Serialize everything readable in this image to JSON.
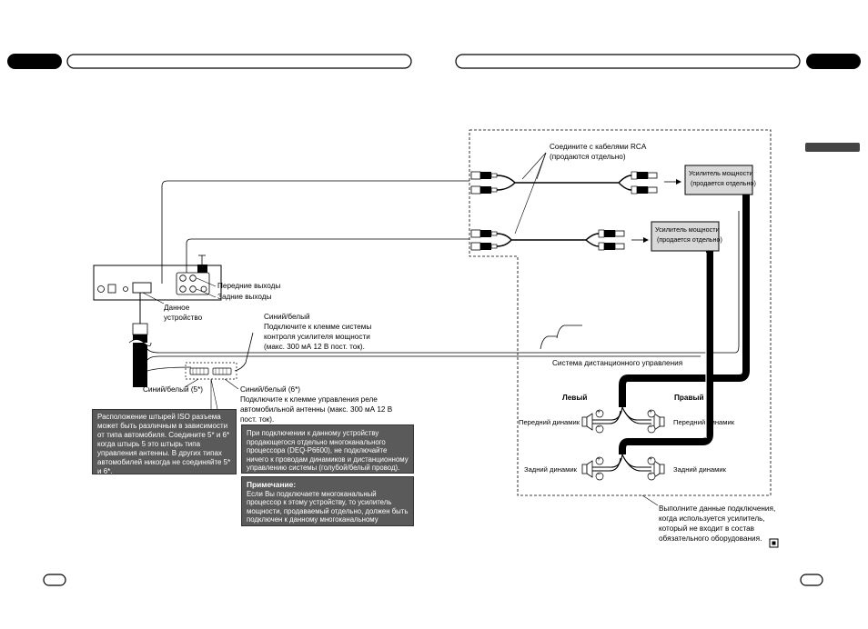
{
  "rca_note": [
    "Соедините с кабелями RCA",
    "(продаются отдельно)"
  ],
  "amp_label": [
    "Усилитель мощности",
    "(продается отдельно)"
  ],
  "front_out": "Передние выходы",
  "rear_out": "Задние выходы",
  "head_unit": [
    "Данное",
    "устройство"
  ],
  "blue_white": [
    "Синий/белый",
    "Подключите к клемме системы",
    "контроля усилителя мощности",
    "(макс. 300 мА 12 В пост. ток)."
  ],
  "blue_white_5": "Синий/белый (5*)",
  "blue_white_6": [
    "Синий/белый (6*)",
    "Подключите к клемме управления реле",
    "автомобильной антенны (макс. 300 мА 12 В",
    "пост. ток)."
  ],
  "iso_note": "Расположение штырей ISO разъема может быть различным в зависимости от типа автомобиля. Соедините 5* и 6* когда штырь 5 это штырь типа управления антенны. В других типах автомобилей никогда не соединяйте 5* и 6*.",
  "dsp_note": "При подключении к данному устройству продающегося отдельно многоканального процессора (DEQ-P6600), не подключайте ничего к проводам динамиков и дистанционному управлению системы (голубой/белый провод).",
  "note_title": "Примечание:",
  "note_body": "Если Вы подключаете многоканальный процессор к этому устройству, то усилитель мощности, продаваемый отдельно, должен быть подключен к данному многоканальному процессору.",
  "remote_system": "Система дистанционного управления",
  "left": "Левый",
  "right": "Правый",
  "front_speaker": "Передний динамик",
  "rear_speaker": "Задний динамик",
  "amp_note": [
    "Выполните данные подключения,",
    "когда используется усилитель,",
    "который не входит в состав",
    "обязательного оборудования."
  ],
  "plus": "+",
  "minus": "−"
}
